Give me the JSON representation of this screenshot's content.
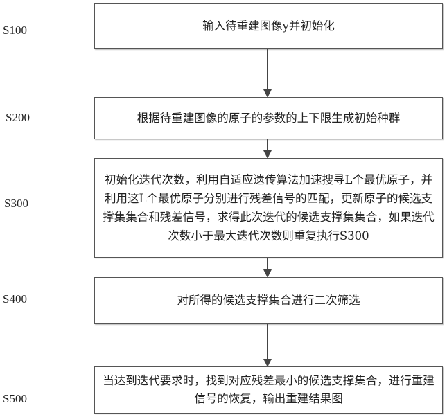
{
  "steps": [
    {
      "label": "S100",
      "text": "输入待重建图像y并初始化"
    },
    {
      "label": "S200",
      "text": "根据待重建图像的原子的参数的上下限生成初始种群"
    },
    {
      "label": "S300",
      "text": "初始化迭代次数，利用自适应遗传算法加速搜寻L个最优原子，并利用这L个最优原子分别进行残差信号的匹配，更新原子的候选支撑集集合和残差信号，求得此次迭代的候选支撑集集合，如果迭代次数小于最大迭代次数则重复执行S300"
    },
    {
      "label": "S400",
      "text": "对所得的候选支撑集合进行二次筛选"
    },
    {
      "label": "S500",
      "text": "当达到迭代要求时，找到对应残差最小的候选支撑集合，进行重建信号的恢复，输出重建结果图"
    }
  ]
}
